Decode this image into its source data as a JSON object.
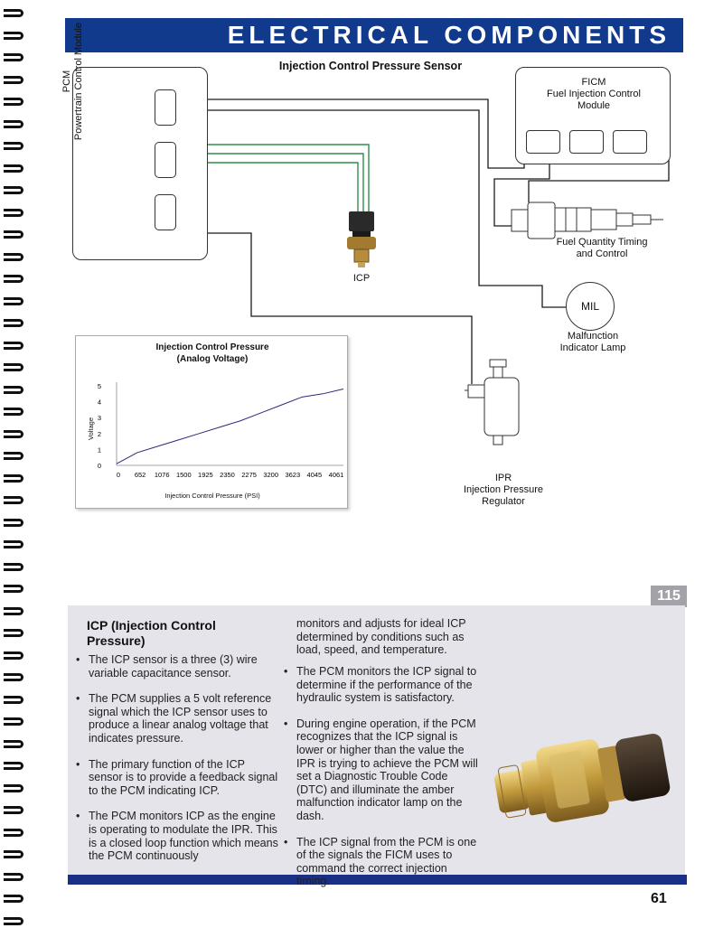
{
  "header": {
    "title": "ELECTRICAL COMPONENTS"
  },
  "diagram": {
    "title": "Injection Control Pressure Sensor",
    "pcm_label": [
      "PCM",
      "Powertrain Control Module"
    ],
    "ficm_label": [
      "FICM",
      "Fuel Injection Control",
      "Module"
    ],
    "icp_label": "ICP",
    "injector_label": [
      "Fuel Quantity Timing",
      "and Control"
    ],
    "mil_label": "MIL",
    "mil_caption": [
      "Malfunction",
      "Indicator Lamp"
    ],
    "ipr_label": [
      "IPR",
      "Injection Pressure",
      "Regulator"
    ],
    "colors": {
      "wire": "#1a1a1a",
      "sensor_wires": "#2f8f4a",
      "header_bar": "#123a8c"
    }
  },
  "chart_data": {
    "type": "line",
    "title": [
      "Injection Control Pressure",
      "(Analog Voltage)"
    ],
    "xlabel": "Injection Control Pressure (PSI)",
    "ylabel": "Voltage",
    "categories": [
      "0",
      "652",
      "1076",
      "1500",
      "1925",
      "2350",
      "2275",
      "3200",
      "3623",
      "4045",
      "4061"
    ],
    "series": [
      {
        "values": [
          0.1,
          0.8,
          1.2,
          1.6,
          2.0,
          2.4,
          2.8,
          3.3,
          3.8,
          4.3,
          4.5,
          4.8
        ]
      }
    ],
    "y_ticks": [
      "0",
      "1",
      "2",
      "3",
      "4",
      "5"
    ],
    "ylim": [
      0,
      5
    ],
    "grid": false
  },
  "panel": {
    "tab_number": "115",
    "heading": "ICP (Injection Control Pressure)",
    "col1_bullets": [
      "The ICP sensor is a three (3) wire variable capacitance sensor.",
      "The PCM supplies a 5 volt reference signal which the ICP sensor uses to produce a linear analog voltage that indicates pressure.",
      "The primary function of the ICP sensor is to provide a feedback signal to the PCM indicating ICP.",
      "The PCM monitors ICP as the engine is operating to modulate the IPR. This is a closed loop function which means the PCM continuously"
    ],
    "col2_lead": "monitors and adjusts for ideal ICP determined by conditions such as load, speed, and temperature.",
    "col2_bullets": [
      "The PCM monitors the ICP signal to determine if the performance of the hydraulic system is satisfactory.",
      "During engine operation, if the PCM recognizes that the ICP signal is lower or higher than the value the IPR is trying to achieve the PCM will set a Diagnostic Trouble Code (DTC) and illuminate the amber malfunction indicator lamp on the dash.",
      "The ICP signal from the PCM is one of the signals the FICM uses to command the correct injection timing."
    ],
    "photo_icon": "icp-sensor-photo"
  },
  "footer": {
    "page_number": "61"
  }
}
